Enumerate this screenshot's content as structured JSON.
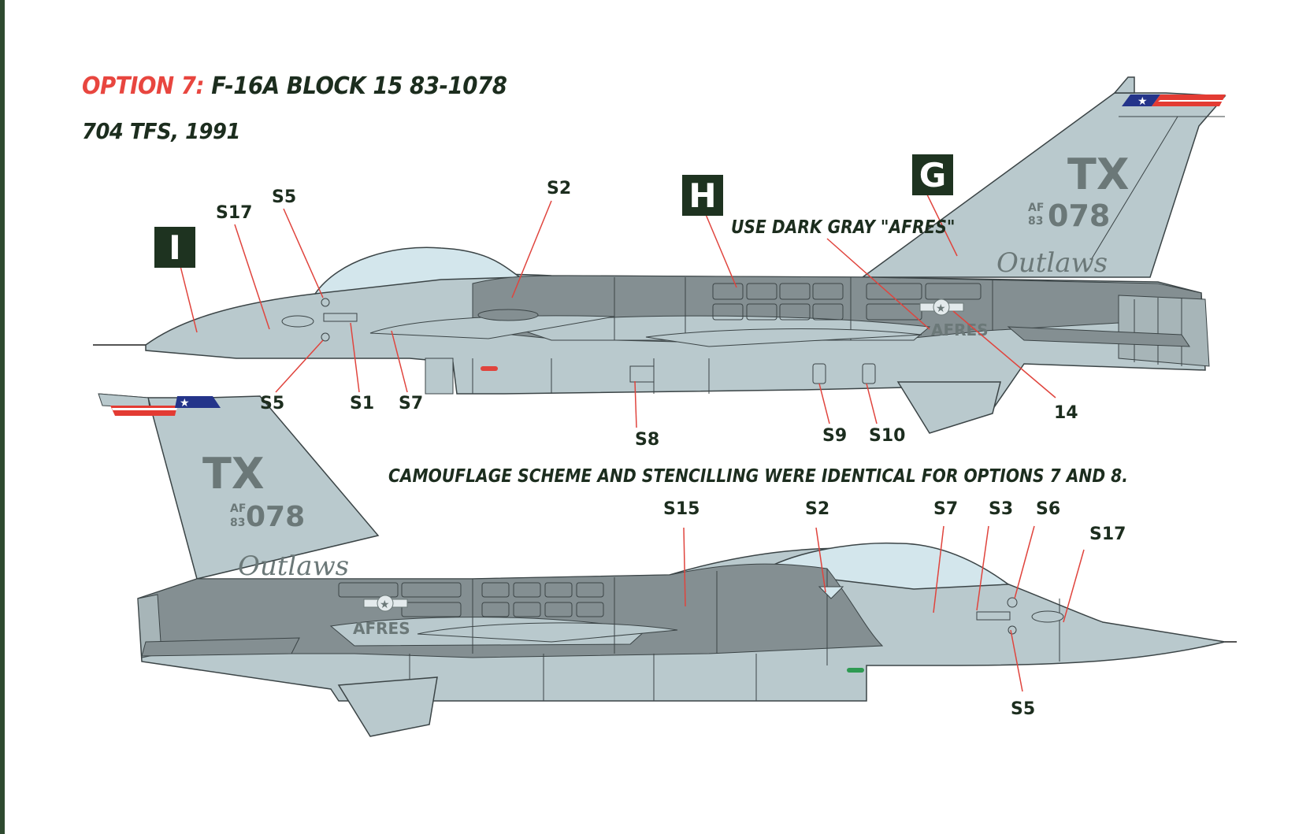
{
  "title": {
    "option": "OPTION 7:",
    "aircraft": "F-16A BLOCK 15 83-1078",
    "unit": "704 TFS, 1991"
  },
  "notes": {
    "afres_note": "USE DARK GRAY \"AFRES\"",
    "scheme_note": "CAMOUFLAGE SCHEME AND STENCILLING WERE IDENTICAL FOR OPTIONS 7 AND 8."
  },
  "boxes": {
    "g": "G",
    "h": "H",
    "i": "I"
  },
  "tail": {
    "code": "TX",
    "af": "AF",
    "year": "83",
    "serial": "078",
    "name": "Outlaws"
  },
  "fuselage_text": "AFRES",
  "callouts_top": {
    "s17": "S17",
    "s5_upper": "S5",
    "s2": "S2",
    "s5_lower": "S5",
    "s1": "S1",
    "s7": "S7",
    "s8": "S8",
    "s9": "S9",
    "s10": "S10",
    "n14": "14"
  },
  "callouts_bottom": {
    "s15": "S15",
    "s2": "S2",
    "s7": "S7",
    "s3": "S3",
    "s6": "S6",
    "s17": "S17",
    "s5": "S5"
  },
  "colors": {
    "light_gray": "#b9c9cd",
    "dark_gray": "#848f92",
    "canopy": "#d3e6ec",
    "leader_red": "#e0443d",
    "flag_red": "#e33b33",
    "flag_blue": "#24348a",
    "box_green": "#1e3320",
    "title_red": "#e8463f",
    "title_dark": "#1c2d1e"
  }
}
